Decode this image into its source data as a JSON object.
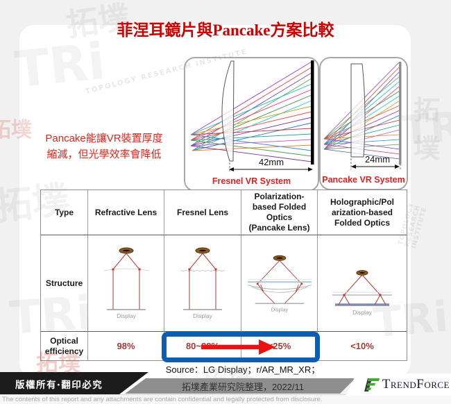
{
  "title": "菲涅耳鏡片與Pancake方案比較",
  "note": "Pancake能讓VR裝置厚度\n縮減，但光學效率會降低",
  "vr_systems": {
    "fresnel": {
      "label": "Fresnel VR System",
      "thickness": "42mm"
    },
    "pancake": {
      "label": "Pancake VR System",
      "thickness": "24mm"
    }
  },
  "table": {
    "headers": [
      "Type",
      "Refractive Lens",
      "Fresnel Lens",
      "Polarization-\nbased Folded\nOptics\n(Pancake Lens)",
      "Holographic/Pol\narization-based\nFolded Optics"
    ],
    "structure_label": "Structure",
    "efficiency_label": "Optical\nefficiency",
    "display_label": "Display",
    "efficiency_values": [
      "98%",
      "80~88%",
      "<25%",
      "<10%"
    ]
  },
  "source": {
    "line1": "Source：LG Display；r/AR_MR_XR；",
    "line2": "拓墣產業研究院整理，2022/11"
  },
  "footer": {
    "copyright": "版權所有‧翻印必究",
    "brand": "TrendForce",
    "disclaimer": "The contents of this report and any attachments are contain confidential and legally protected from disclosure."
  },
  "watermark": {
    "cjk": "拓墣",
    "tri": "TRi",
    "caption": "TOPOLOGY RESEARCH INSTITUTE"
  },
  "colors": {
    "title_red": "#cc0000",
    "note_red": "#e2231a",
    "value_red": "#a33b35",
    "highlight_blue": "#0d5eb2",
    "arrow_red": "#ee1111",
    "brand_green": "#3dae2b"
  }
}
